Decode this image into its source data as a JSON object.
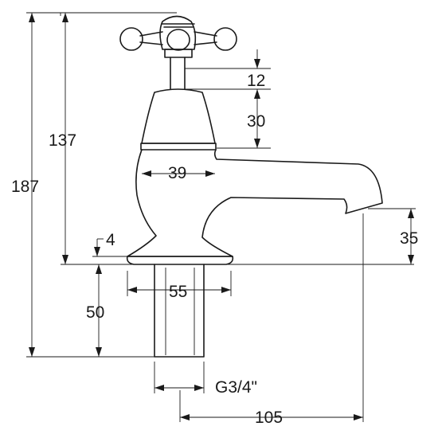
{
  "drawing": {
    "dimensions": {
      "overall_height": "187",
      "height_to_base": "137",
      "handle_stem": "12",
      "body_height": "30",
      "collar_width": "39",
      "spout_clearance": "35",
      "base_thickness": "4",
      "base_width": "55",
      "shank_length": "50",
      "thread": "G3/4\"",
      "spout_projection": "105"
    }
  }
}
